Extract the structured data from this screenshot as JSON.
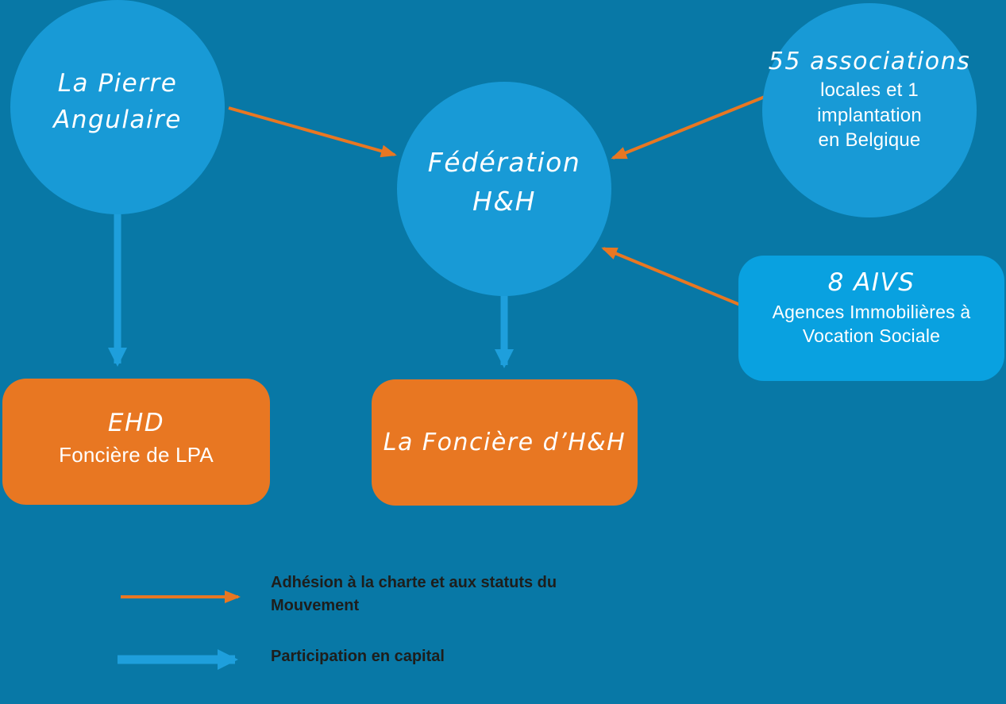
{
  "colors": {
    "background": "#0878A6",
    "node_blue": "#189AD6",
    "aivs_blue": "#09A1E0",
    "orange": "#E87722",
    "arrow_blue": "#1E9FDC",
    "legend_text": "#1E1E1C",
    "text_white": "#FFFFFF"
  },
  "nodes": {
    "pierre_angulaire": {
      "line1": "La Pierre",
      "line2": "Angulaire"
    },
    "federation": {
      "line1": "Fédération",
      "line2": "H&H"
    },
    "associations": {
      "title": "55 associations",
      "line1": "locales et 1",
      "line2": "implantation",
      "line3": "en Belgique"
    },
    "aivs": {
      "title": "8 AIVS",
      "subtitle": "Agences Immobilières à Vocation Sociale"
    },
    "ehd": {
      "title": "EHD",
      "subtitle": "Foncière de LPA"
    },
    "fonciere": {
      "title": "La Foncière d’H&H"
    }
  },
  "links": [
    {
      "from": "La Pierre Angulaire",
      "to": "Fédération H&H",
      "type": "adhesion"
    },
    {
      "from": "55 associations locales et 1 implantation en Belgique",
      "to": "Fédération H&H",
      "type": "adhesion"
    },
    {
      "from": "8 AIVS",
      "to": "Fédération H&H",
      "type": "adhesion"
    },
    {
      "from": "La Pierre Angulaire",
      "to": "EHD Foncière de LPA",
      "type": "participation"
    },
    {
      "from": "Fédération H&H",
      "to": "La Foncière d’H&H",
      "type": "participation"
    }
  ],
  "legend": {
    "items": [
      {
        "label": "Adhésion à la charte et aux statuts du Mouvement",
        "arrow_color": "#E87722",
        "type": "adhesion"
      },
      {
        "label": "Participation en capital",
        "arrow_color": "#1E9FDC",
        "type": "participation"
      }
    ]
  }
}
